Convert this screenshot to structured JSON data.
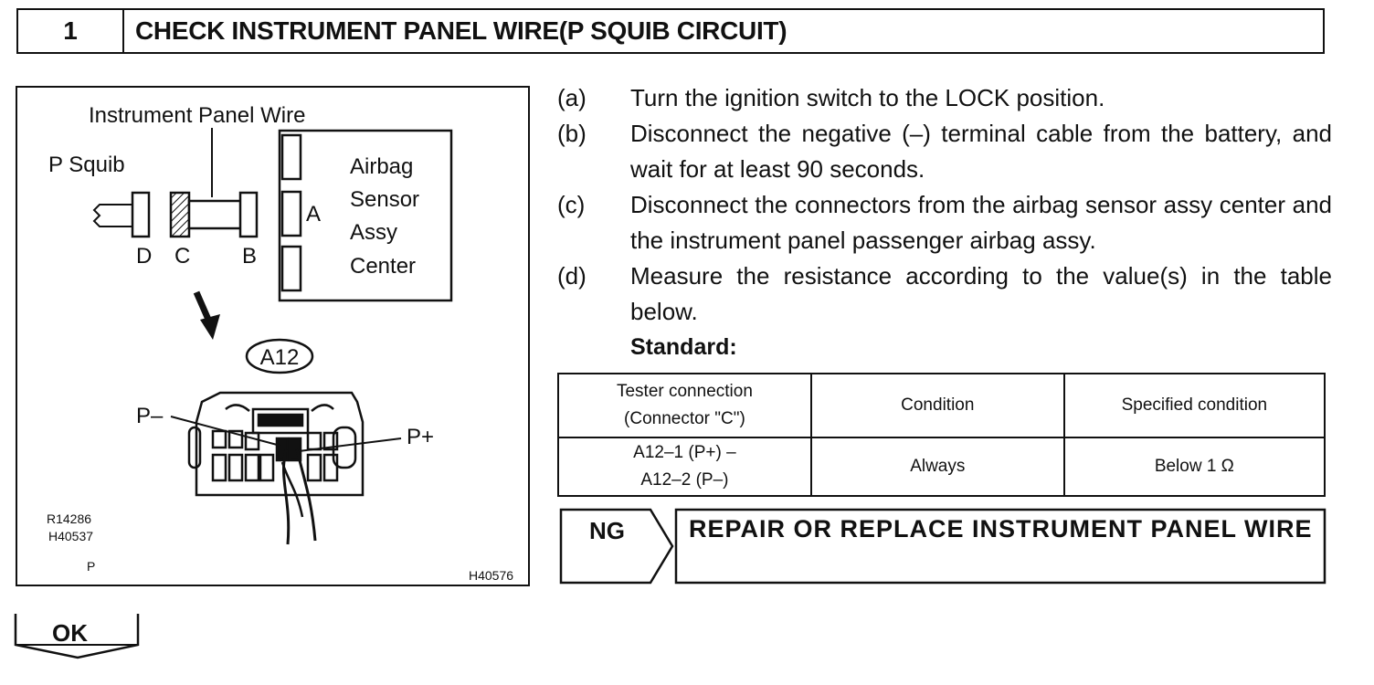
{
  "header": {
    "step_number": "1",
    "title": "CHECK INSTRUMENT PANEL WIRE(P SQUIB CIRCUIT)"
  },
  "figure": {
    "wire_label": "Instrument Panel Wire",
    "squib_label": "P Squib",
    "sensor_label_lines": [
      "Airbag",
      "Sensor",
      "Assy",
      "Center"
    ],
    "connector_labels": {
      "d": "D",
      "c": "C",
      "b": "B",
      "a": "A"
    },
    "connector_id": "A12",
    "pin_minus": "P–",
    "pin_plus": "P+",
    "ref_codes": [
      "R14286",
      "H40537"
    ],
    "ref_p": "P",
    "figure_code": "H40576"
  },
  "steps": [
    {
      "label": "(a)",
      "text": "Turn the ignition switch to the LOCK position."
    },
    {
      "label": "(b)",
      "text": "Disconnect the negative (–) terminal cable from the battery, and wait for at least 90 seconds."
    },
    {
      "label": "(c)",
      "text": "Disconnect the connectors from the airbag sensor assy center and the instrument panel passenger airbag assy."
    },
    {
      "label": "(d)",
      "text": "Measure the resistance according to the value(s) in the table below."
    }
  ],
  "standard_label": "Standard:",
  "table": {
    "headers": [
      "Tester connection",
      "(Connector \"C\")",
      "Condition",
      "Specified condition"
    ],
    "row": {
      "connection_line1": "A12–1 (P+) –",
      "connection_line2": "A12–2 (P–)",
      "condition": "Always",
      "specified": "Below 1 Ω"
    }
  },
  "ng": {
    "label": "NG",
    "action": "REPAIR OR REPLACE INSTRUMENT PANEL WIRE"
  },
  "ok": {
    "label": "OK"
  }
}
